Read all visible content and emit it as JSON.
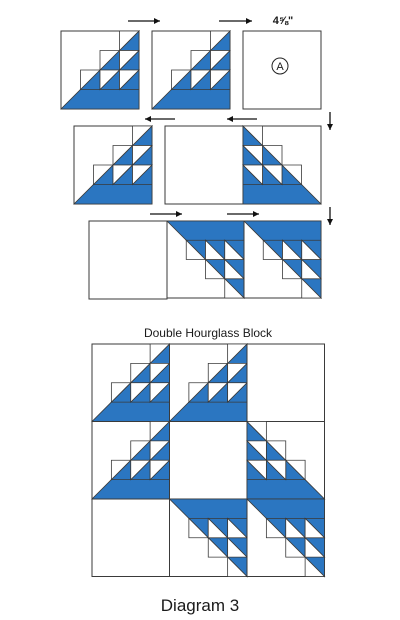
{
  "measurement_label": "4⅝\"",
  "piece_label": "A",
  "block_title": "Double Hourglass Block",
  "caption": "Diagram 3",
  "colors": {
    "blue": "#2b76c1",
    "line": "#3a3a3a",
    "arrow": "#111111",
    "white": "#ffffff"
  },
  "rows": [
    {
      "units": [
        "triangle-unit",
        "triangle-unit",
        "plain-square-A"
      ],
      "arrows": [
        "right",
        "right"
      ]
    },
    {
      "units": [
        "triangle-unit",
        "plain-square",
        "triangle-unit-mirrored"
      ],
      "arrows": [
        "left",
        "left",
        "down"
      ]
    },
    {
      "units": [
        "plain-square",
        "triangle-unit-flipped",
        "triangle-unit-flipped"
      ],
      "arrows": [
        "right",
        "right",
        "down"
      ]
    }
  ]
}
